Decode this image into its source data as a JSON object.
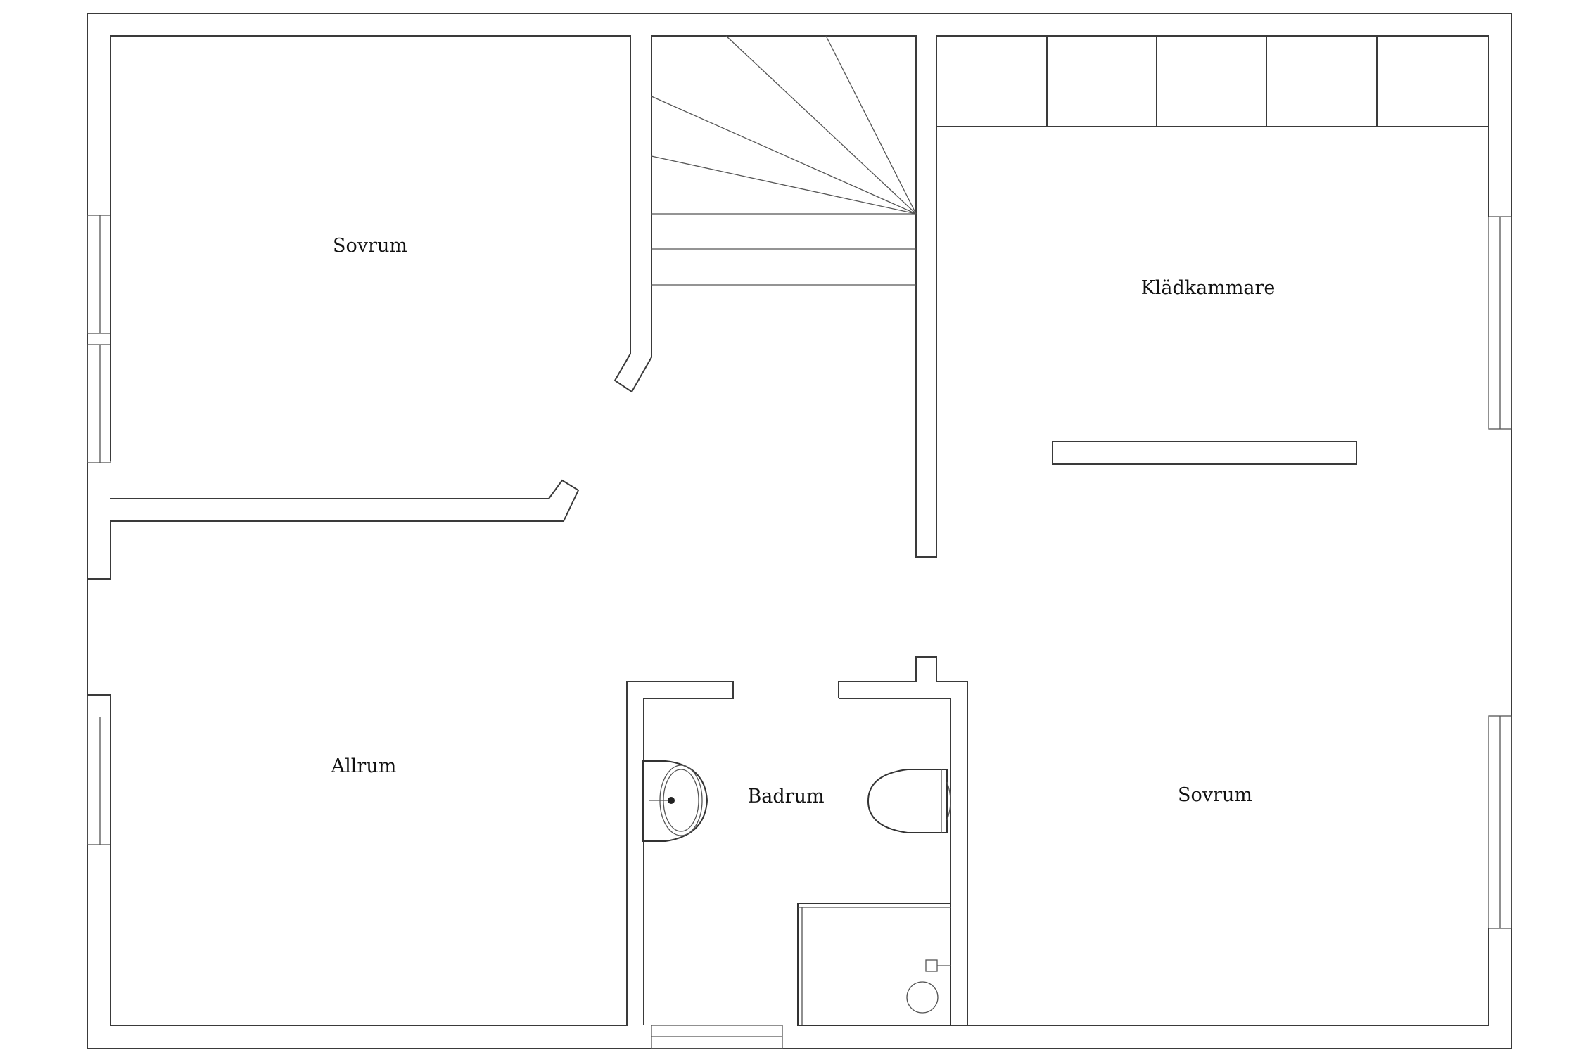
{
  "rooms": {
    "sovrum_top_left": "Sovrum",
    "kladkammare": "Klädkammare",
    "allrum": "Allrum",
    "badrum": "Badrum",
    "sovrum_bottom_right": "Sovrum"
  }
}
